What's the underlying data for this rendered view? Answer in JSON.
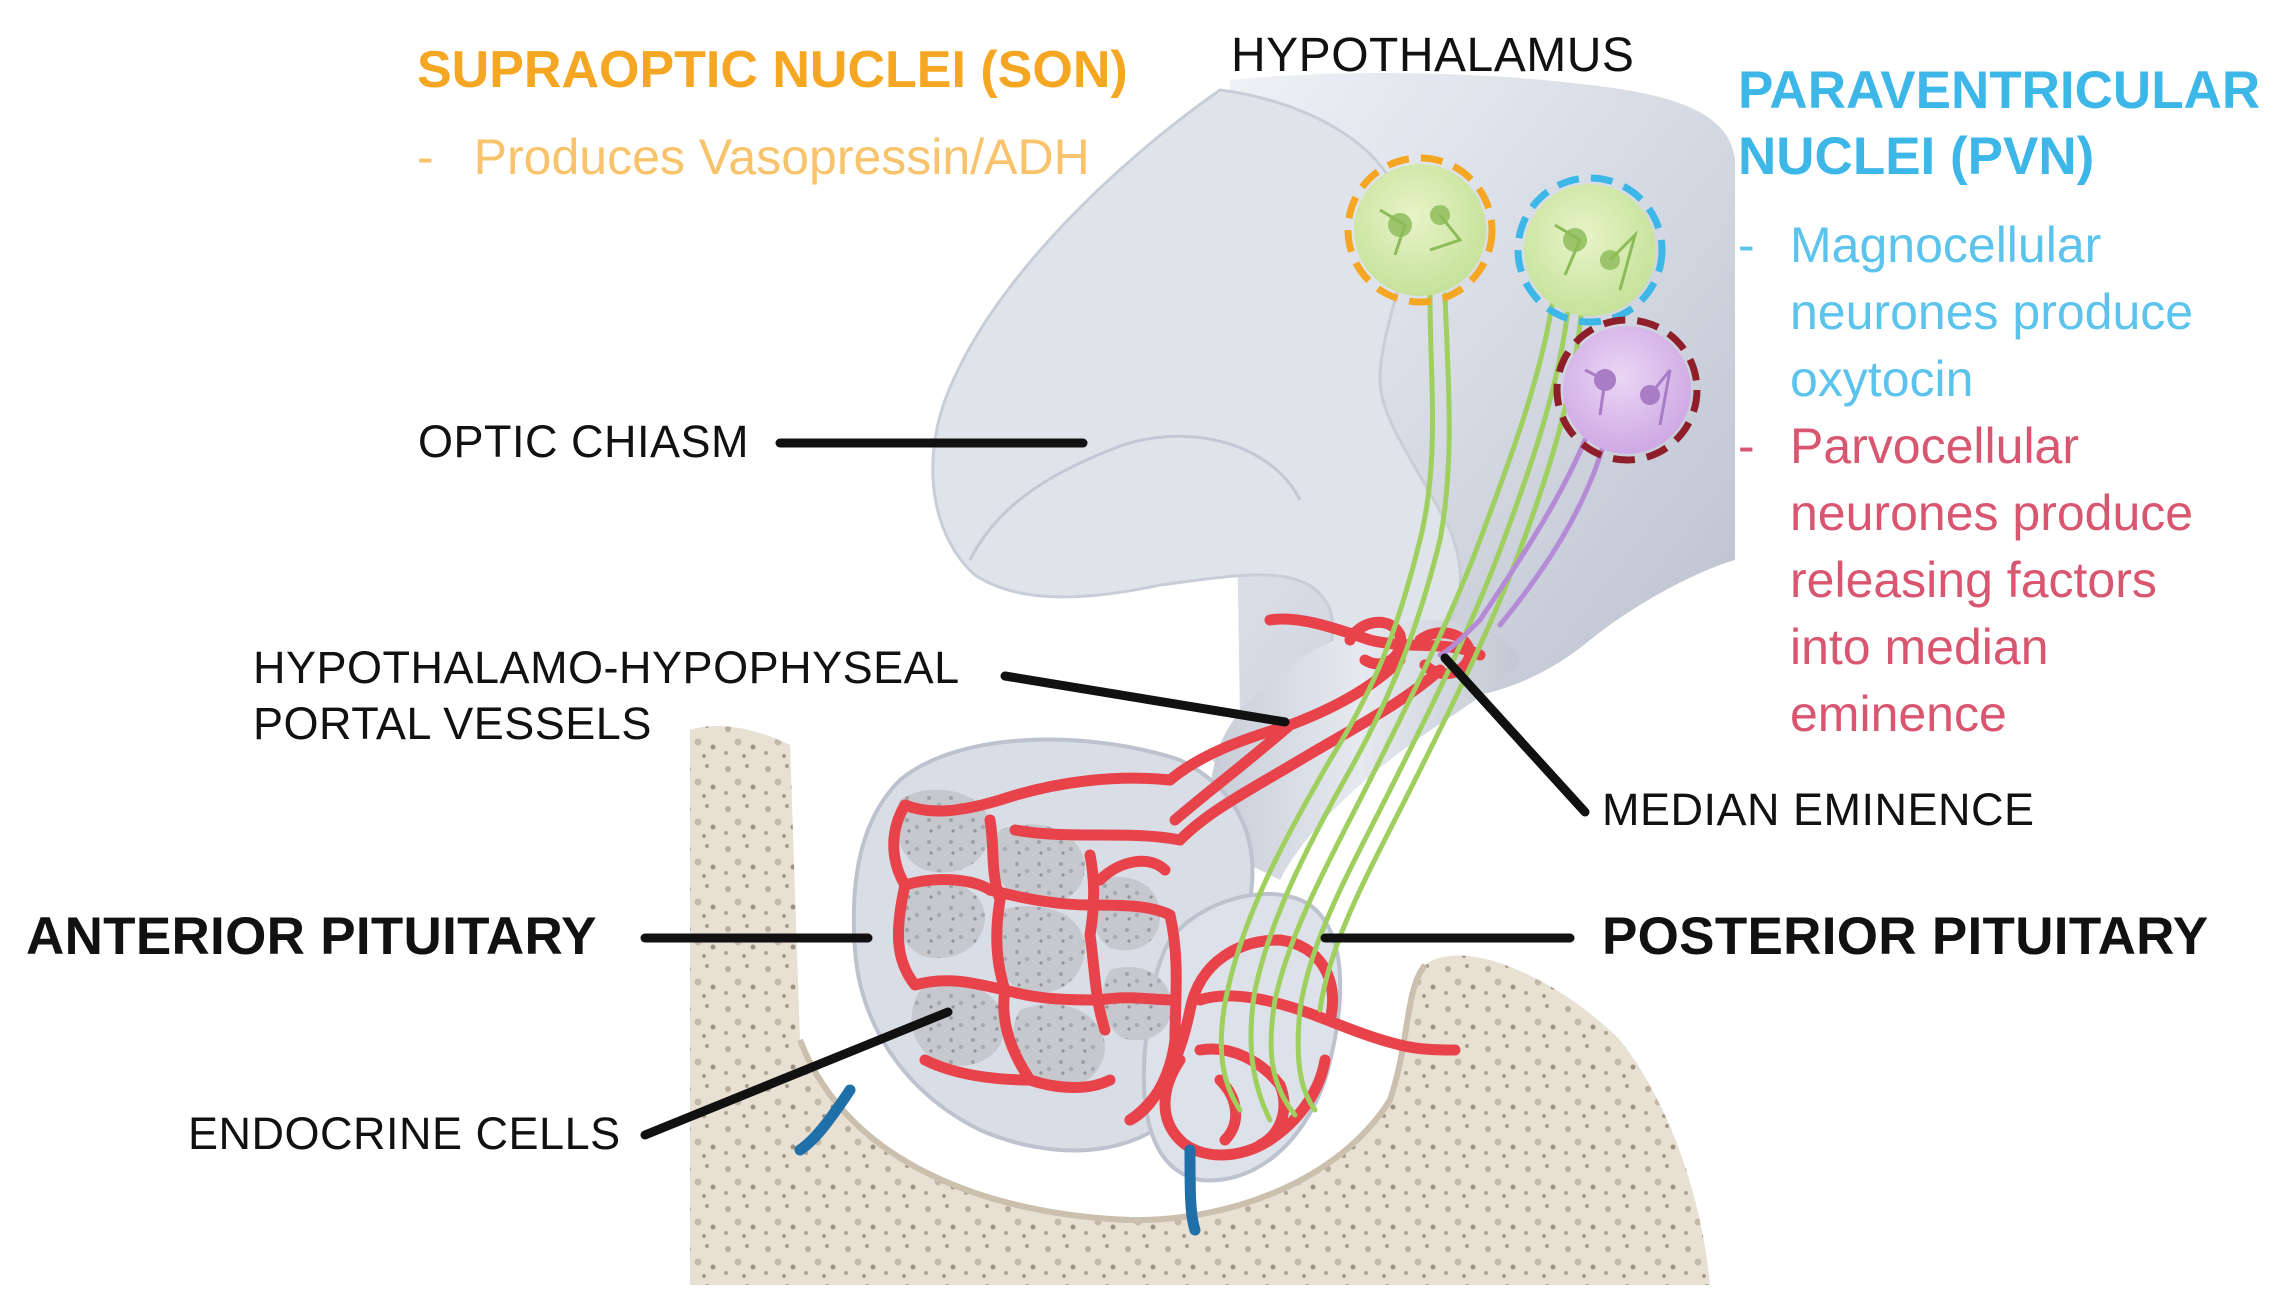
{
  "labels": {
    "hypothalamus": "HYPOTHALAMUS",
    "optic_chiasm": "OPTIC CHIASM",
    "portal_vessels": [
      "HYPOTHALAMO-HYPOPHYSEAL",
      "PORTAL VESSELS"
    ],
    "median_eminence": "MEDIAN EMINENCE",
    "anterior_pituitary": "ANTERIOR PITUITARY",
    "posterior_pituitary": "POSTERIOR PITUITARY",
    "endocrine_cells": "ENDOCRINE CELLS"
  },
  "son": {
    "title": "SUPRAOPTIC NUCLEI (SON)",
    "dash": "-",
    "desc": "Produces Vasopressin/ADH",
    "color": "#f5a623"
  },
  "pvn": {
    "title": [
      "PARAVENTRICULAR",
      "NUCLEI (PVN)"
    ],
    "color": "#3db7e8",
    "dash": "-",
    "magno": [
      "Magnocellular",
      "neurones produce",
      "oxytocin"
    ],
    "parvo": [
      "Parvocellular",
      "neurones produce",
      "releasing factors",
      "into median",
      "eminence"
    ]
  },
  "colors": {
    "vessel_red": "#e8434b",
    "axon_green": "#9fcf5e",
    "axon_purple": "#b58ad6",
    "bone": "#e6dccd",
    "tissue": "#d3d8e2",
    "son_ring": "#f5a623",
    "pvn_ring": "#3db7e8",
    "parvo_ring": "#8e1f2a"
  }
}
